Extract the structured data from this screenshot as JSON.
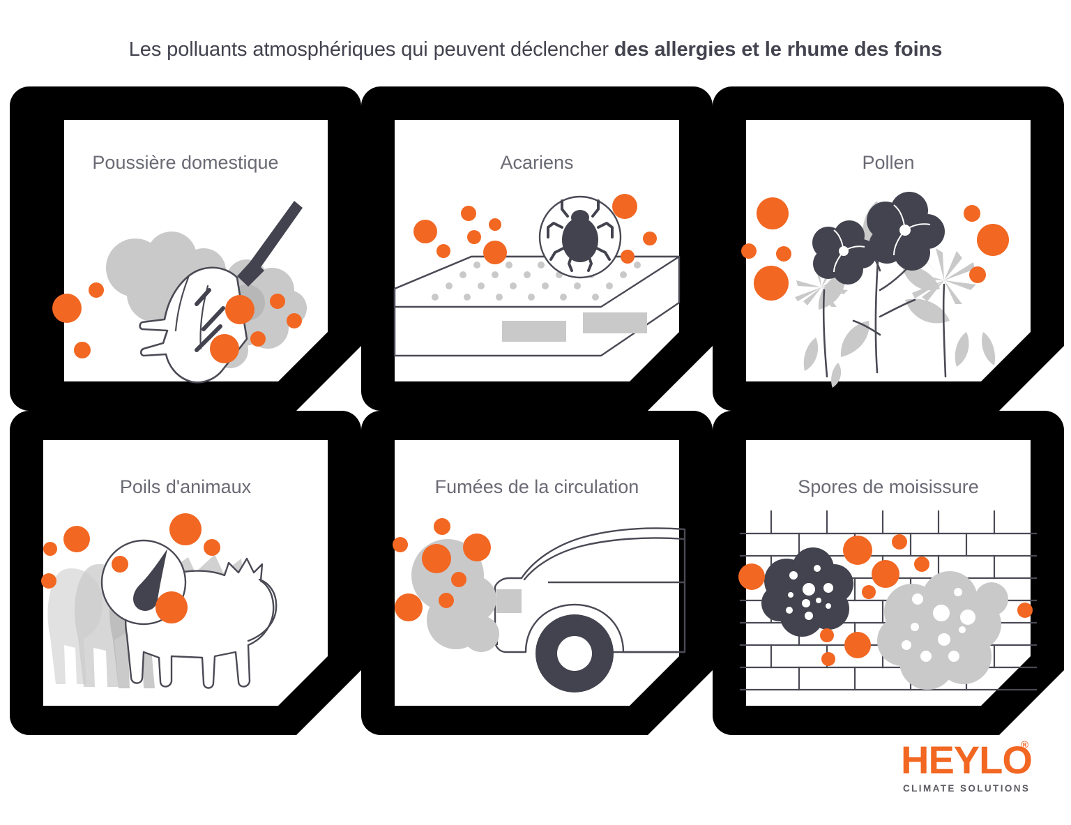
{
  "headline": {
    "lead": "Les polluants atmosphériques qui peuvent déclencher ",
    "emphasis": "des allergies et le rhume des foins",
    "full": "Les polluants atmosphériques qui peuvent déclencher des allergies et le rhume des foins"
  },
  "colors": {
    "orange": "#F26722",
    "dark": "#43434F",
    "gray_light": "#C9C9C9",
    "gray_mid": "#B4B4B4",
    "border_black": "#000000",
    "title_gray": "#6A6A74",
    "outline": "#4A4A55",
    "white": "#FFFFFF"
  },
  "cards": [
    {
      "id": "house-dust",
      "title": "Poussière domestique",
      "illustration": "feather-duster-with-dust-clouds"
    },
    {
      "id": "dust-mites",
      "title": "Acariens",
      "illustration": "mattress-with-magnified-dust-mite"
    },
    {
      "id": "pollen",
      "title": "Pollen",
      "illustration": "flowers-with-pollen-particles"
    },
    {
      "id": "animal-hair",
      "title": "Poils d'animaux",
      "illustration": "cat-with-magnified-hair"
    },
    {
      "id": "traffic-fumes",
      "title": "Fumées de la circulation",
      "illustration": "car-exhaust-smoke"
    },
    {
      "id": "mould-spores",
      "title": "Spores de moisissure",
      "illustration": "brick-wall-with-mould-patches"
    }
  ],
  "logo": {
    "wordmark": "HEYLO",
    "tagline": "CLIMATE SOLUTIONS",
    "registered_mark": "®"
  }
}
